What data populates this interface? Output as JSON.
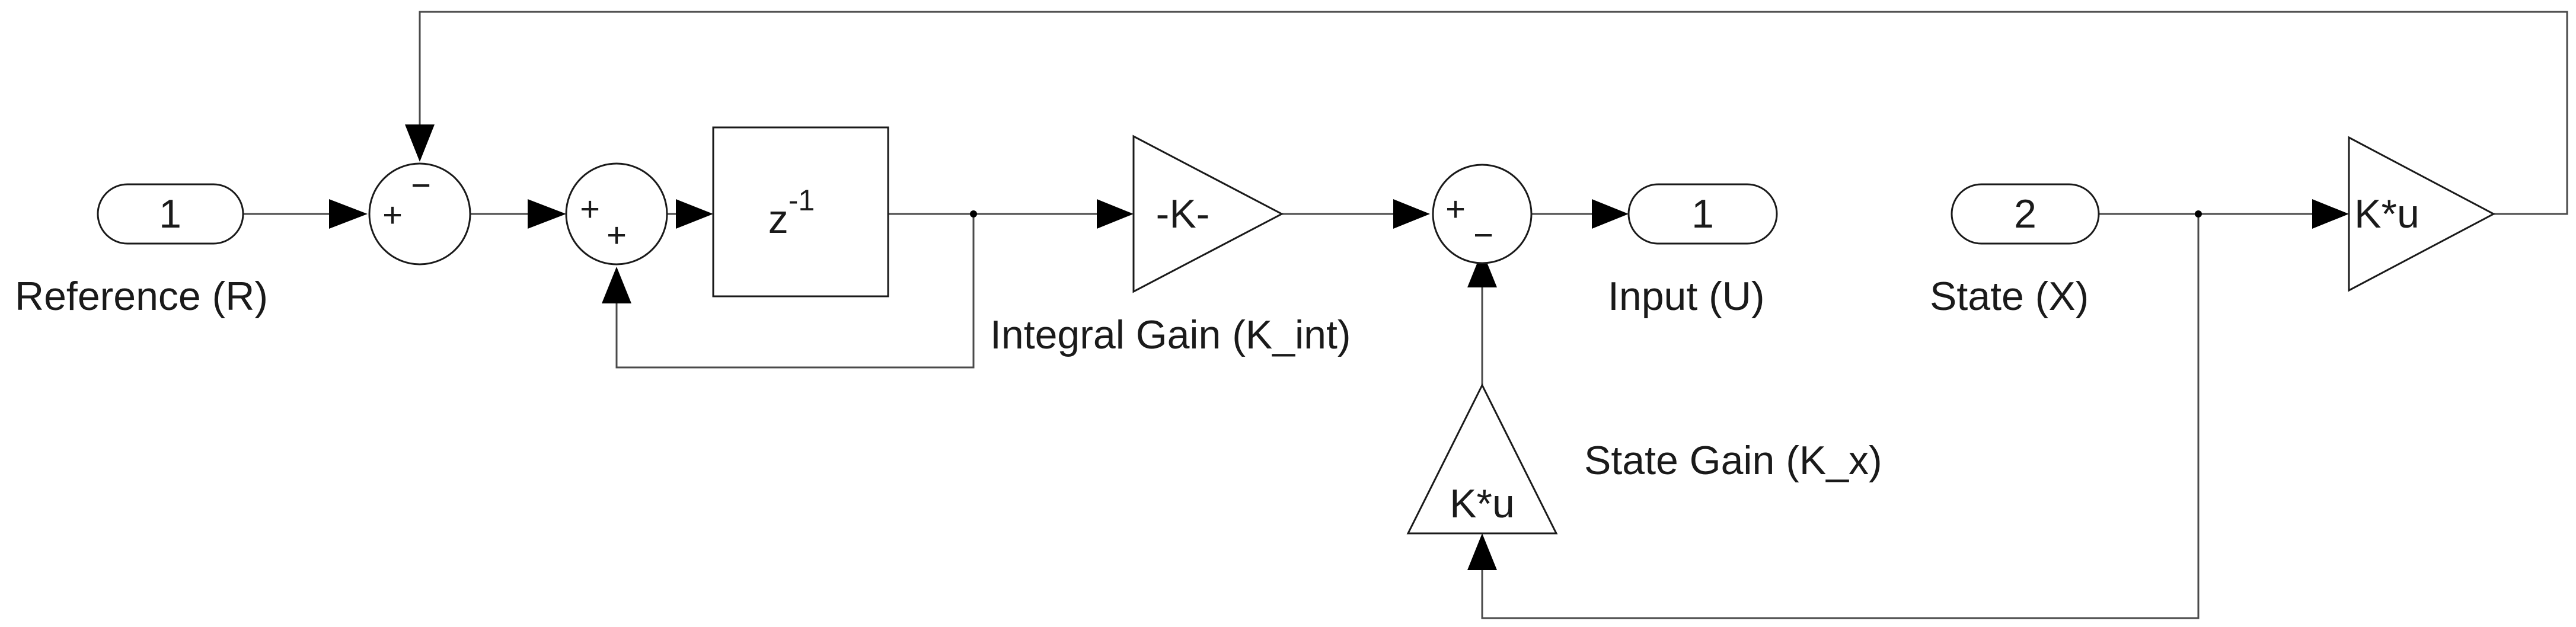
{
  "ports": {
    "reference": {
      "number": "1",
      "label": "Reference (R)"
    },
    "input": {
      "number": "1",
      "label": "Input (U)"
    },
    "state": {
      "number": "2",
      "label": "State (X)"
    }
  },
  "sum1": {
    "sign_top": "−",
    "sign_left": "+"
  },
  "sum2": {
    "sign_left": "+",
    "sign_bottom": "+"
  },
  "sum3": {
    "sign_left": "+",
    "sign_bottom": "−"
  },
  "delay": {
    "base": "z",
    "exponent": "-1"
  },
  "integral_gain": {
    "text": "-K-",
    "label": "Integral Gain (K_int)"
  },
  "state_gain": {
    "text": "K*u",
    "label": "State Gain (K_x)"
  },
  "feedback_gain": {
    "text": "K*u"
  }
}
